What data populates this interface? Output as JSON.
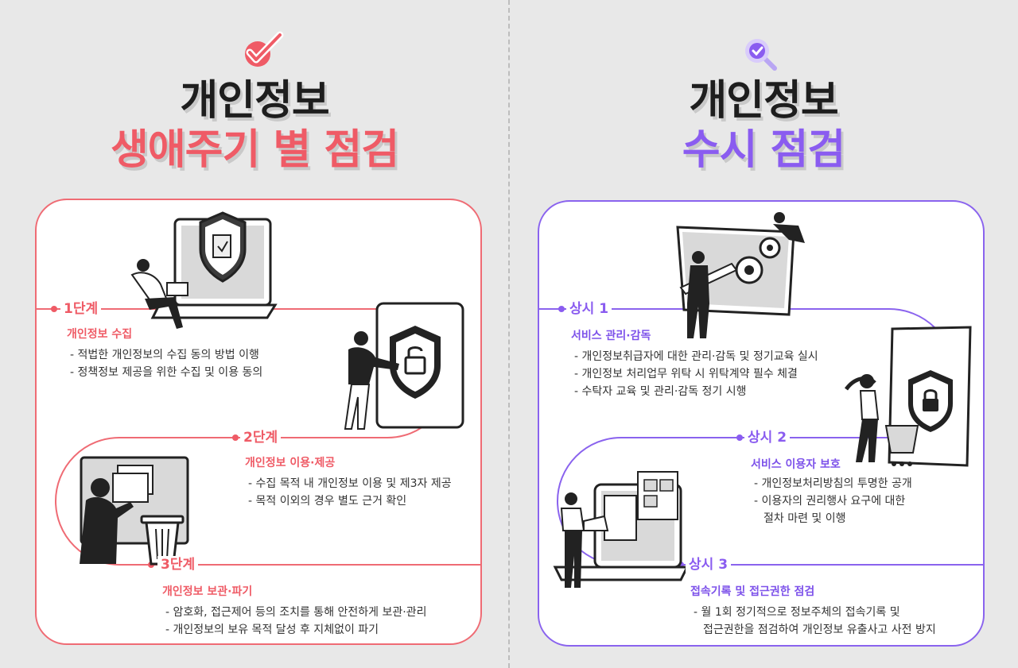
{
  "left": {
    "title_line1": "개인정보",
    "title_line2": "생애주기 별 점검",
    "accent": "#ef5b66",
    "badge_icon": "checkmark-icon",
    "steps": [
      {
        "label": "1단계",
        "subtitle": "개인정보 수집",
        "items": [
          "- 적법한 개인정보의 수집 동의 방법 이행",
          "- 정책정보 제공을 위한 수집 및 이용 동의"
        ]
      },
      {
        "label": "2단계",
        "subtitle": "개인정보 이용·제공",
        "items": [
          "- 수집 목적 내 개인정보 이용 및 제3자 제공",
          "- 목적 이외의 경우 별도 근거 확인"
        ]
      },
      {
        "label": "3단계",
        "subtitle": "개인정보 보관·파기",
        "items": [
          "- 암호화, 접근제어 등의 조치를 통해 안전하게 보관·관리",
          "- 개인정보의 보유 목적 달성 후 지체없이 파기"
        ]
      }
    ]
  },
  "right": {
    "title_line1": "개인정보",
    "title_line2": "수시 점검",
    "accent": "#8a5cf0",
    "badge_icon": "magnifier-check-icon",
    "steps": [
      {
        "label": "상시 1",
        "subtitle": "서비스 관리·감독",
        "items": [
          "- 개인정보취급자에 대한 관리·감독 및 정기교육 실시",
          "- 개인정보 처리업무 위탁 시 위탁계약 필수 체결",
          "- 수탁자 교육 및 관리·감독 정기 시행"
        ]
      },
      {
        "label": "상시 2",
        "subtitle": "서비스 이용자 보호",
        "items": [
          "- 개인정보처리방침의 투명한 공개",
          "- 이용자의 권리행사 요구에 대한",
          "절차 마련 및 이행"
        ]
      },
      {
        "label": "상시 3",
        "subtitle": "접속기록 및 접근권한 점검",
        "items": [
          "- 월 1회 정기적으로 정보주체의 접속기록 및",
          "접근권한을 점검하여 개인정보 유출사고 사전 방지"
        ]
      }
    ]
  }
}
